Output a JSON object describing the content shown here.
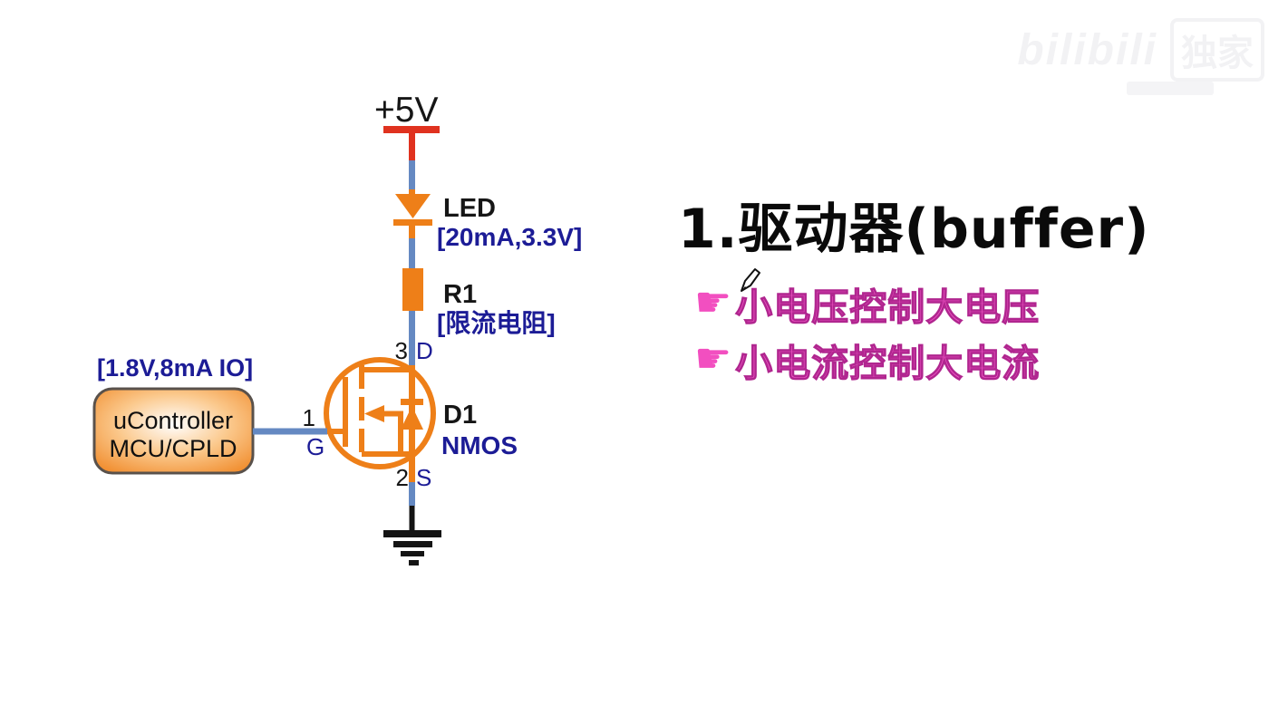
{
  "watermark": {
    "brand": "bilibili",
    "badge": "独家"
  },
  "title": "1.驱动器(buffer)",
  "bullets": [
    {
      "icon": "pointing-hand",
      "text": "小电压控制大电压"
    },
    {
      "icon": "pointing-hand",
      "text": "小电流控制大电流"
    }
  ],
  "circuit": {
    "power_label": "+5V",
    "led": {
      "name": "LED",
      "spec": "[20mA,3.3V]"
    },
    "resistor": {
      "name": "R1",
      "spec": "[限流电阻]"
    },
    "mosfet": {
      "name": "D1",
      "type": "NMOS",
      "pins": {
        "drain_num": "3",
        "drain": "D",
        "gate_num": "1",
        "gate": "G",
        "source_num": "2",
        "source": "S"
      }
    },
    "controller": {
      "io_spec": "[1.8V,8mA IO]",
      "line1": "uController",
      "line2": "MCU/CPLD"
    }
  },
  "colors": {
    "component_orange": "#ee7f18",
    "wire_blue": "#6589c2",
    "power_red": "#e0321f",
    "label_navy": "#1c1c96",
    "text_black": "#161616",
    "highlight_magenta": "#ee52c3",
    "highlight_outline": "#b0268f"
  }
}
